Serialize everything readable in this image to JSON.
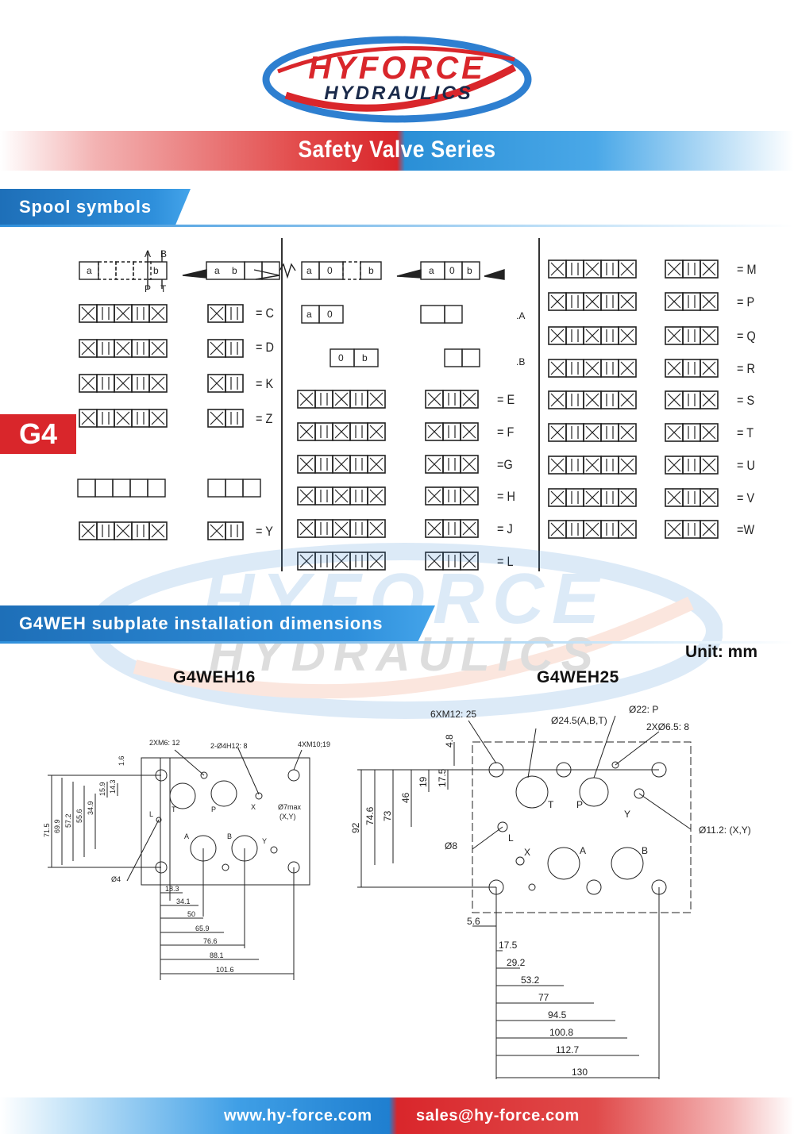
{
  "logo": {
    "line1": "HYFORCE",
    "line2": "HYDRAULICS"
  },
  "header": {
    "title": "Safety Valve Series"
  },
  "sections": {
    "spool": "Spool symbols",
    "subplate": "G4WEH subplate installation dimensions"
  },
  "badge": "G4",
  "unit": "Unit: mm",
  "colors": {
    "brand_red": "#d9262b",
    "brand_blue": "#2e8fdb"
  },
  "spools": {
    "col1": [
      "= C",
      "= D",
      "= K",
      "= Z",
      "= Y"
    ],
    "col2": [
      "= E",
      "= F",
      "=G",
      "= H",
      "= J",
      "= L"
    ],
    "col3": [
      "= M",
      "= P",
      "= Q",
      "= R",
      "= S",
      "= T",
      "= U",
      "= V",
      "=W"
    ],
    "dot_labels": [
      ".A",
      ".B"
    ]
  },
  "ports": {
    "A": "A",
    "B": "B",
    "P": "P",
    "T": "T",
    "L": "L",
    "X": "X",
    "Y": "Y",
    "a": "a",
    "b": "b",
    "zero": "0"
  },
  "models": {
    "g16": {
      "name": "G4WEH16",
      "callouts": [
        "2XM6: 12",
        "2-Ø4H12: 8",
        "4XM10;19",
        "Ø7max",
        "(X,Y)",
        "Ø4"
      ],
      "vdims": [
        "71.5",
        "69.9",
        "57.2",
        "55.6",
        "34.9",
        "15.9",
        "14.3",
        "1.6"
      ],
      "hdims": [
        "18.3",
        "34.1",
        "50",
        "65.9",
        "76.6",
        "88.1",
        "101.6"
      ]
    },
    "g25": {
      "name": "G4WEH25",
      "callouts": [
        "6XM12: 25",
        "Ø24.5(A,B,T)",
        "Ø22: P",
        "2XØ6.5: 8",
        "Ø11.2: (X,Y)",
        "Ø8"
      ],
      "vdims": [
        "92",
        "74.6",
        "73",
        "46",
        "19",
        "17.5",
        "4.8"
      ],
      "hdims": [
        "5.6",
        "17.5",
        "29.2",
        "53.2",
        "77",
        "94.5",
        "100.8",
        "112.7",
        "130"
      ]
    }
  },
  "footer": {
    "website": "www.hy-force.com",
    "email": "sales@hy-force.com"
  }
}
